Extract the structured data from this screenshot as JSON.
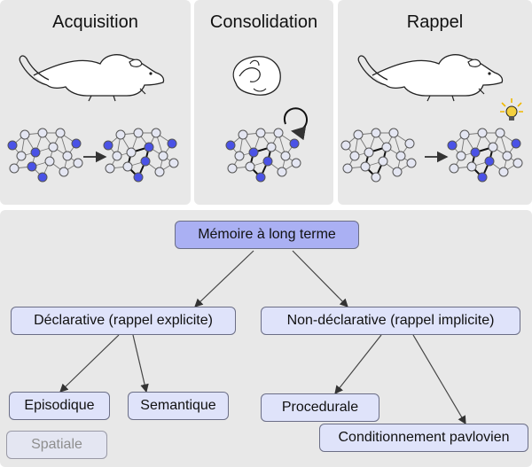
{
  "panels": {
    "acquisition": "Acquisition",
    "consolidation": "Consolidation",
    "rappel": "Rappel"
  },
  "tree": {
    "root": "Mémoire à long terme",
    "declarative": "Déclarative (rappel explicite)",
    "non_declarative": "Non-déclarative (rappel implicite)",
    "episodique": "Episodique",
    "semantique": "Semantique",
    "spatiale": "Spatiale",
    "procedurale": "Procedurale",
    "pavlovien": "Conditionnement pavlovien"
  },
  "colors": {
    "panel_bg": "#e8e8e8",
    "node_active": "#4a52e6",
    "node_inactive": "#e4e6f2",
    "root_box": "#aab0f3",
    "box": "#dfe3fa",
    "bulb": "#f4d03f"
  }
}
